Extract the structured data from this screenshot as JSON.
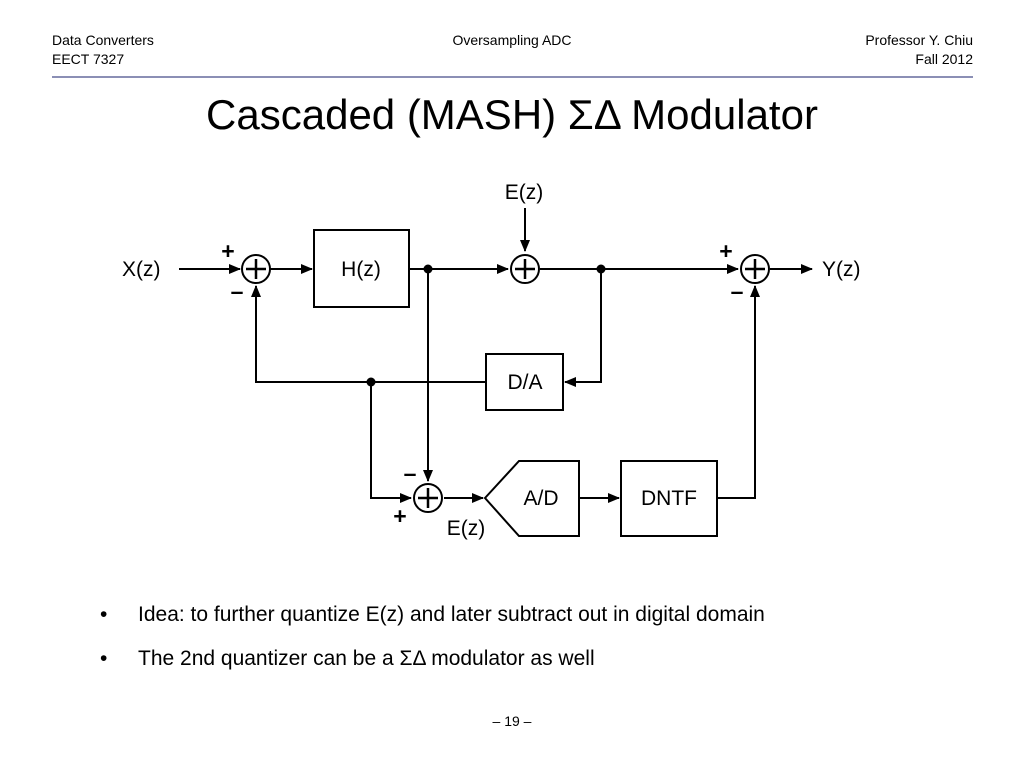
{
  "header": {
    "left_line1": "Data Converters",
    "left_line2": "EECT 7327",
    "center": "Oversampling ADC",
    "right_line1": "Professor Y. Chiu",
    "right_line2": "Fall 2012"
  },
  "title": "Cascaded (MASH) ΣΔ Modulator",
  "diagram": {
    "input_label": "X(z)",
    "output_label": "Y(z)",
    "error_label_top": "E(z)",
    "error_label_bottom": "E(z)",
    "blocks": {
      "loop_filter": "H(z)",
      "dac": "D/A",
      "adc": "A/D",
      "dntf": "DNTF"
    },
    "signs": {
      "sum1_plus": "+",
      "sum1_minus": "–",
      "sum3_plus": "+",
      "sum3_minus": "–",
      "sum4_minus": "–",
      "sum4_plus": "+"
    }
  },
  "bullets": [
    "Idea: to further quantize E(z) and later subtract out in digital domain",
    "The 2nd quantizer can be a ΣΔ modulator as well"
  ],
  "page_number": "– 19 –"
}
